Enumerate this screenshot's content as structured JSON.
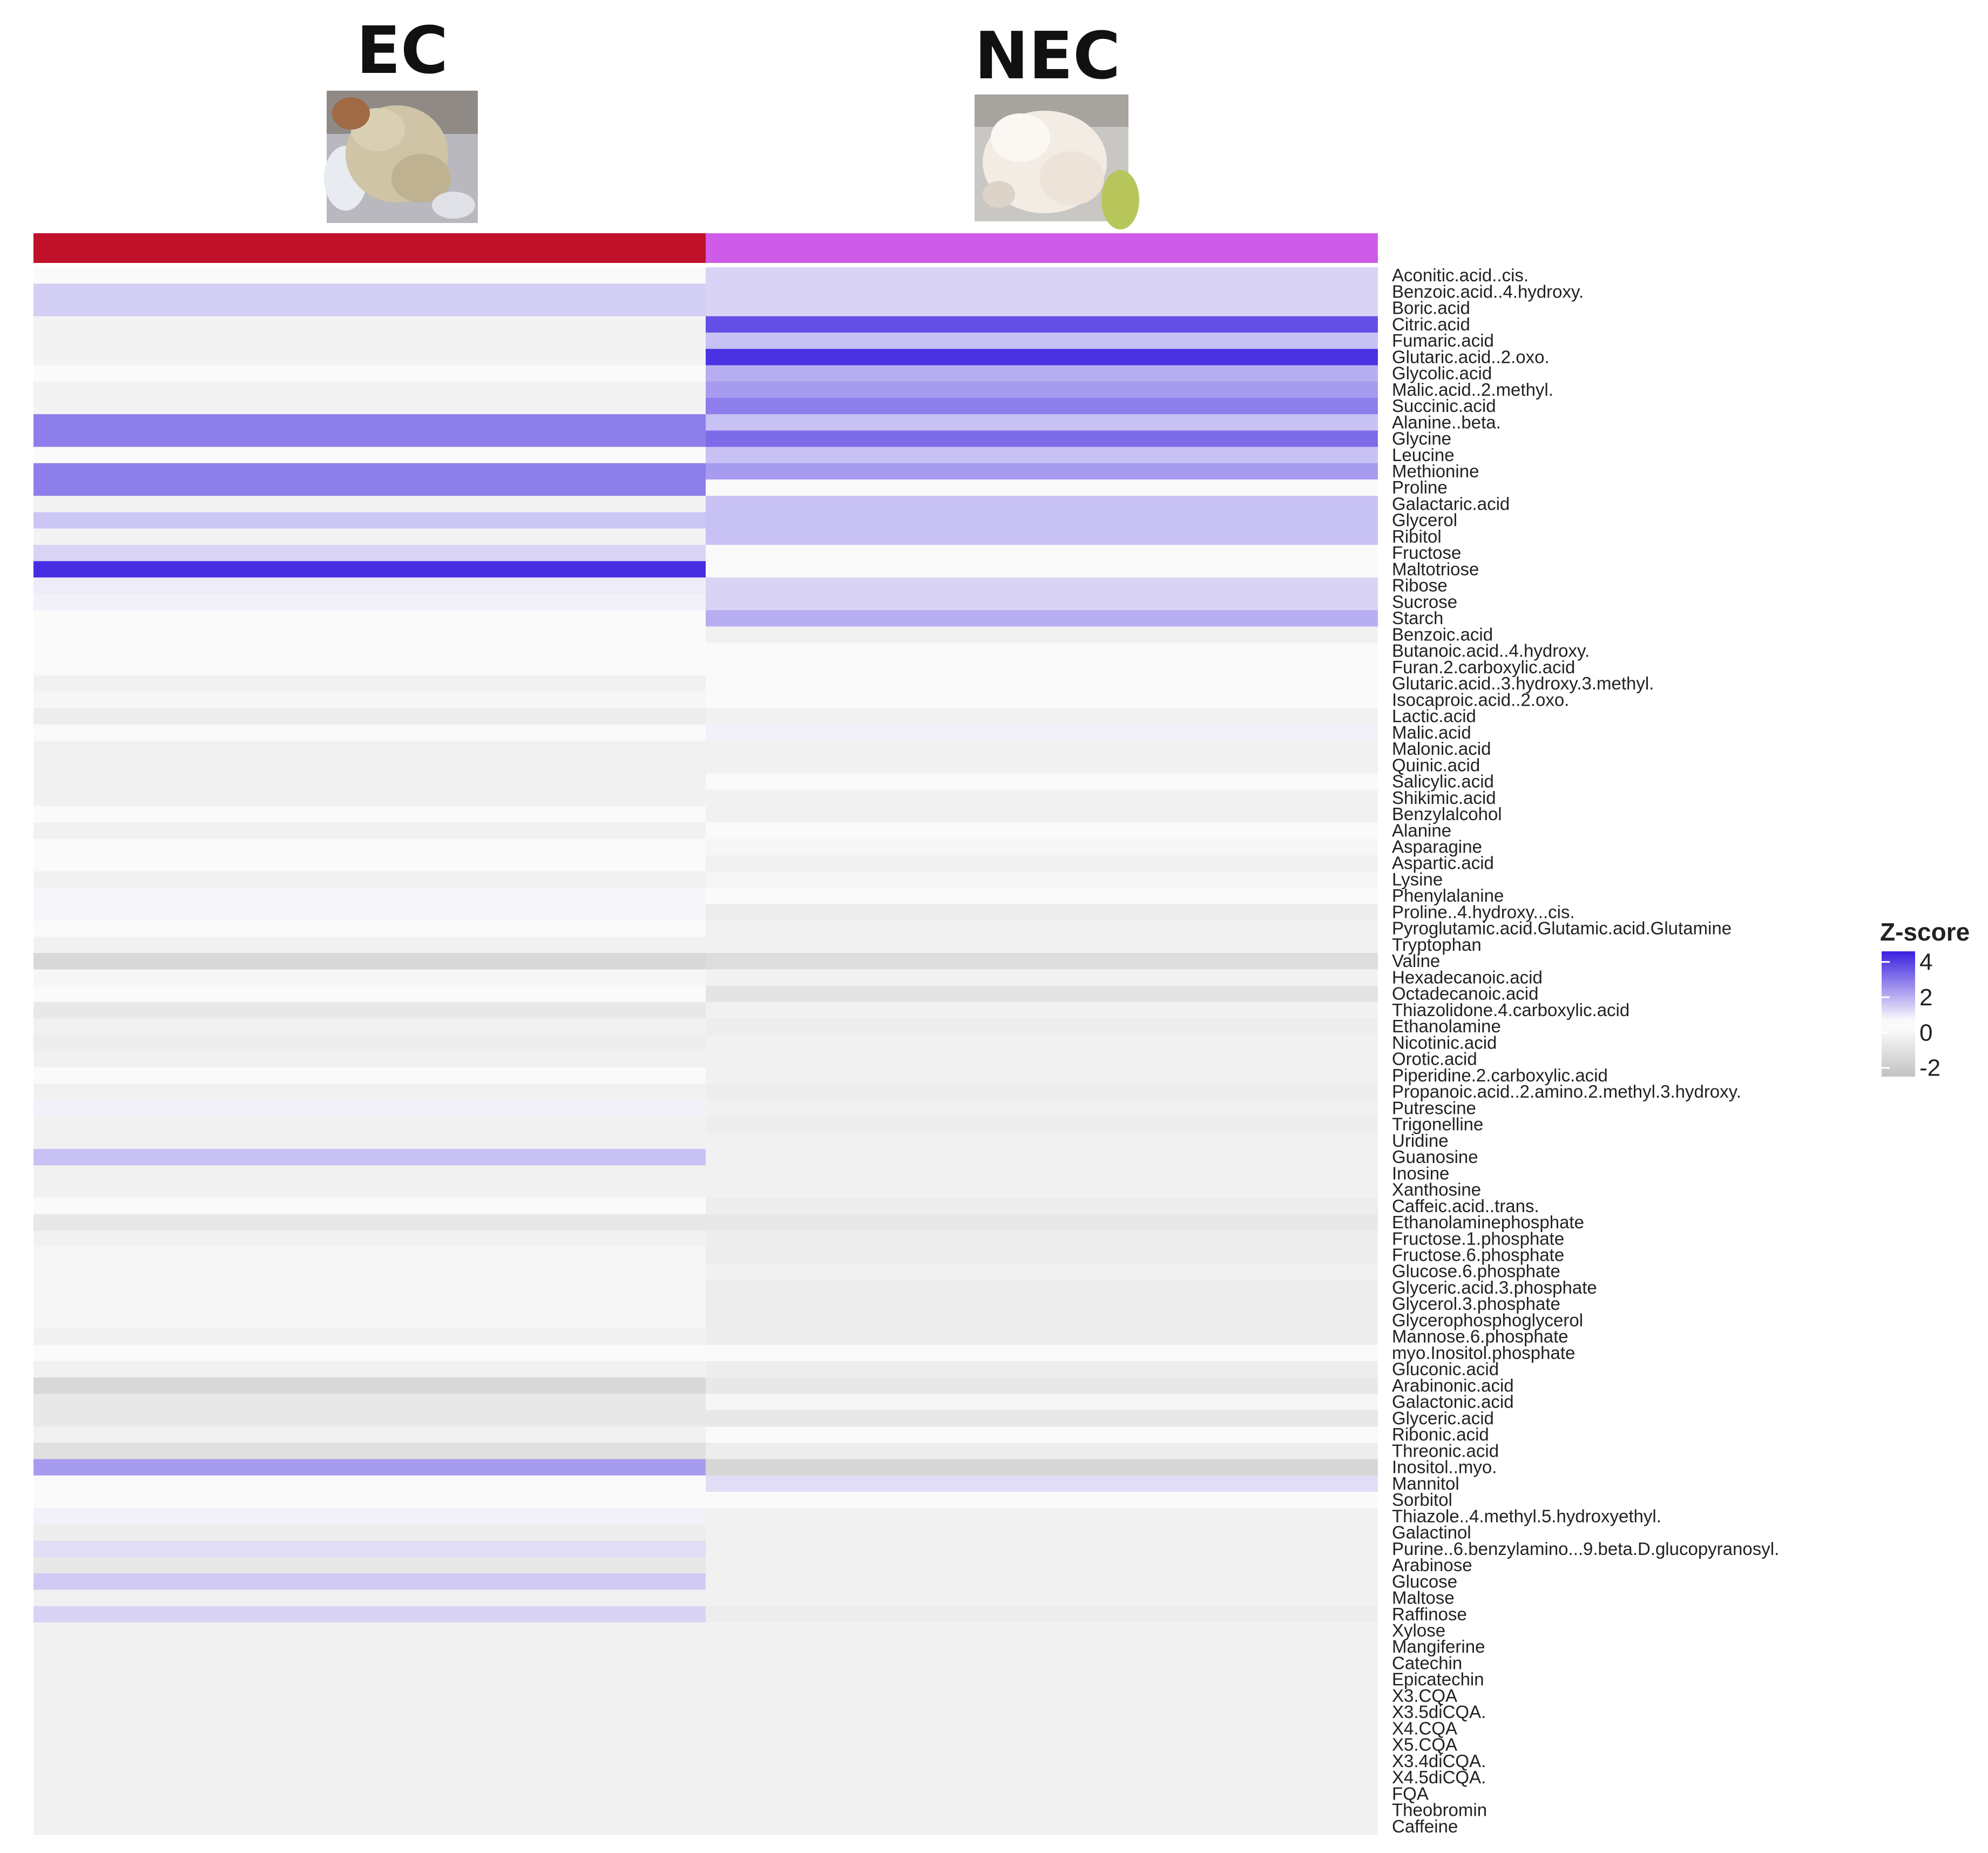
{
  "chart_data": {
    "type": "heatmap",
    "columns": [
      "EC",
      "NEC"
    ],
    "column_colors": [
      "#c0102a",
      "#cf5ce8"
    ],
    "legend": {
      "title": "Z-score",
      "ticks": [
        4,
        2,
        0,
        -2
      ],
      "range": [
        -2.5,
        4.6
      ],
      "colors": {
        "low": "#c2c2c2",
        "mid": "#fafafa",
        "high": "#3a1fe0"
      },
      "placement": "right"
    },
    "rows": [
      "Aconitic.acid..cis.",
      "Benzoic.acid..4.hydroxy.",
      "Boric.acid",
      "Citric.acid",
      "Fumaric.acid",
      "Glutaric.acid..2.oxo.",
      "Glycolic.acid",
      "Malic.acid..2.methyl.",
      "Succinic.acid",
      "Alanine..beta.",
      "Glycine",
      "Leucine",
      "Methionine",
      "Proline",
      "Galactaric.acid",
      "Glycerol",
      "Ribitol",
      "Fructose",
      "Maltotriose",
      "Ribose",
      "Sucrose",
      "Starch",
      "Benzoic.acid",
      "Butanoic.acid..4.hydroxy.",
      "Furan.2.carboxylic.acid",
      "Glutaric.acid..3.hydroxy.3.methyl.",
      "Isocaproic.acid..2.oxo.",
      "Lactic.acid",
      "Malic.acid",
      "Malonic.acid",
      "Quinic.acid",
      "Salicylic.acid",
      "Shikimic.acid",
      "Benzylalcohol",
      "Alanine",
      "Asparagine",
      "Aspartic.acid",
      "Lysine",
      "Phenylalanine",
      "Proline..4.hydroxy...cis.",
      "Pyroglutamic.acid.Glutamic.acid.Glutamine",
      "Tryptophan",
      "Valine",
      "Hexadecanoic.acid",
      "Octadecanoic.acid",
      "Thiazolidone.4.carboxylic.acid",
      "Ethanolamine",
      "Nicotinic.acid",
      "Orotic.acid",
      "Piperidine.2.carboxylic.acid",
      "Propanoic.acid..2.amino.2.methyl.3.hydroxy.",
      "Putrescine",
      "Trigonelline",
      "Uridine",
      "Guanosine",
      "Inosine",
      "Xanthosine",
      "Caffeic.acid..trans.",
      "Ethanolaminephosphate",
      "Fructose.1.phosphate",
      "Fructose.6.phosphate",
      "Glucose.6.phosphate",
      "Glyceric.acid.3.phosphate",
      "Glycerol.3.phosphate",
      "Glycerophosphoglycerol",
      "Mannose.6.phosphate",
      "myo.Inositol.phosphate",
      "Gluconic.acid",
      "Arabinonic.acid",
      "Galactonic.acid",
      "Glyceric.acid",
      "Ribonic.acid",
      "Threonic.acid",
      "Inositol..myo.",
      "Mannitol",
      "Sorbitol",
      "Thiazole..4.methyl.5.hydroxyethyl.",
      "Galactinol",
      "Purine..6.benzylamino...9.beta.D.glucopyranosyl.",
      "Arabinose",
      "Glucose",
      "Maltose",
      "Raffinose",
      "Xylose",
      "Mangiferine",
      "Catechin",
      "Epicatechin",
      "X3.CQA",
      "X3.5diCQA.",
      "X4.CQA",
      "X5.CQA",
      "X3.4diCQA.",
      "X4.5diCQA.",
      "FQA",
      "Theobromin",
      "Caffeine"
    ],
    "values": [
      [
        0.0,
        0.8
      ],
      [
        0.9,
        0.8
      ],
      [
        0.9,
        0.8
      ],
      [
        -0.3,
        3.6
      ],
      [
        -0.3,
        1.2
      ],
      [
        -0.3,
        4.2
      ],
      [
        0.0,
        1.6
      ],
      [
        -0.3,
        2.0
      ],
      [
        -0.3,
        2.6
      ],
      [
        2.6,
        1.2
      ],
      [
        2.6,
        3.0
      ],
      [
        0.0,
        1.2
      ],
      [
        2.6,
        2.0
      ],
      [
        2.6,
        0.0
      ],
      [
        -0.3,
        1.2
      ],
      [
        1.1,
        1.2
      ],
      [
        -0.3,
        1.2
      ],
      [
        0.8,
        0.0
      ],
      [
        4.3,
        0.0
      ],
      [
        0.3,
        0.8
      ],
      [
        0.2,
        0.8
      ],
      [
        0.0,
        1.6
      ],
      [
        0.0,
        -0.4
      ],
      [
        0.0,
        0.0
      ],
      [
        0.0,
        0.0
      ],
      [
        -0.4,
        0.0
      ],
      [
        -0.2,
        0.0
      ],
      [
        -0.6,
        -0.4
      ],
      [
        0.0,
        0.2
      ],
      [
        -0.4,
        -0.4
      ],
      [
        -0.4,
        -0.4
      ],
      [
        -0.4,
        0.0
      ],
      [
        -0.4,
        -0.4
      ],
      [
        0.0,
        -0.4
      ],
      [
        -0.4,
        0.0
      ],
      [
        0.0,
        -0.2
      ],
      [
        0.0,
        -0.4
      ],
      [
        -0.4,
        -0.2
      ],
      [
        0.1,
        0.0
      ],
      [
        0.1,
        -0.6
      ],
      [
        0.0,
        -0.4
      ],
      [
        -0.4,
        -0.4
      ],
      [
        -1.5,
        -1.3
      ],
      [
        -0.2,
        -0.4
      ],
      [
        0.0,
        -1.0
      ],
      [
        -0.8,
        -0.4
      ],
      [
        -0.4,
        -0.6
      ],
      [
        -0.6,
        -0.4
      ],
      [
        -0.4,
        -0.4
      ],
      [
        0.0,
        -0.4
      ],
      [
        -0.4,
        -0.6
      ],
      [
        0.2,
        -0.4
      ],
      [
        -0.4,
        -0.6
      ],
      [
        -0.4,
        -0.4
      ],
      [
        1.2,
        -0.4
      ],
      [
        -0.4,
        -0.4
      ],
      [
        -0.4,
        -0.4
      ],
      [
        0.0,
        -0.6
      ],
      [
        -0.8,
        -0.8
      ],
      [
        -0.4,
        -0.6
      ],
      [
        -0.2,
        -0.6
      ],
      [
        -0.2,
        -0.4
      ],
      [
        -0.2,
        -0.6
      ],
      [
        -0.2,
        -0.6
      ],
      [
        -0.2,
        -0.6
      ],
      [
        -0.4,
        -0.6
      ],
      [
        0.0,
        0.0
      ],
      [
        -0.4,
        -0.6
      ],
      [
        -1.5,
        -0.8
      ],
      [
        -0.8,
        -0.2
      ],
      [
        -0.8,
        -0.8
      ],
      [
        -0.4,
        0.0
      ],
      [
        -1.2,
        -0.6
      ],
      [
        2.0,
        -1.6
      ],
      [
        0.0,
        0.6
      ],
      [
        0.0,
        0.0
      ],
      [
        0.2,
        -0.4
      ],
      [
        -0.6,
        -0.4
      ],
      [
        0.6,
        -0.4
      ],
      [
        -0.8,
        -0.4
      ],
      [
        1.0,
        -0.4
      ],
      [
        -0.4,
        -0.4
      ],
      [
        0.8,
        -0.6
      ],
      [
        -0.4,
        -0.4
      ],
      [
        -0.4,
        -0.4
      ],
      [
        -0.4,
        -0.4
      ],
      [
        -0.4,
        -0.4
      ],
      [
        -0.4,
        -0.4
      ],
      [
        -0.4,
        -0.4
      ],
      [
        -0.4,
        -0.4
      ],
      [
        -0.4,
        -0.4
      ],
      [
        -0.4,
        -0.4
      ],
      [
        -0.4,
        -0.4
      ],
      [
        -0.4,
        -0.4
      ],
      [
        -0.4,
        -0.4
      ],
      [
        -0.4,
        -0.4
      ]
    ]
  }
}
